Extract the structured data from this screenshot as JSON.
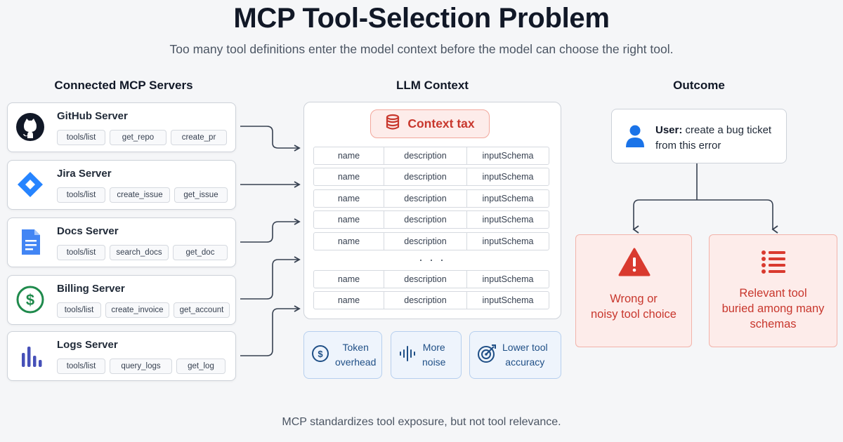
{
  "title": "MCP Tool-Selection Problem",
  "subtitle": "Too many tool definitions enter the model context before the model can choose the right tool.",
  "columns": {
    "servers": "Connected MCP Servers",
    "context": "LLM Context",
    "outcome": "Outcome"
  },
  "servers": [
    {
      "name": "GitHub Server",
      "icon": "github-icon",
      "tools": [
        "tools/list",
        "get_repo",
        "create_pr"
      ]
    },
    {
      "name": "Jira Server",
      "icon": "jira-icon",
      "tools": [
        "tools/list",
        "create_issue",
        "get_issue"
      ]
    },
    {
      "name": "Docs Server",
      "icon": "document-icon",
      "tools": [
        "tools/list",
        "search_docs",
        "get_doc"
      ]
    },
    {
      "name": "Billing Server",
      "icon": "dollar-icon",
      "tools": [
        "tools/list",
        "create_invoice",
        "get_account"
      ]
    },
    {
      "name": "Logs Server",
      "icon": "bar-chart-icon",
      "tools": [
        "tools/list",
        "query_logs",
        "get_log"
      ]
    }
  ],
  "context": {
    "tax_label": "Context tax",
    "tax_icon": "database-icon",
    "schema_columns": [
      "name",
      "description",
      "inputSchema"
    ],
    "ellipsis": "· · ·"
  },
  "metrics": [
    {
      "label_line1": "Token",
      "label_line2": "overhead",
      "icon": "coin-icon"
    },
    {
      "label_line1": "More",
      "label_line2": "noise",
      "icon": "waveform-icon"
    },
    {
      "label_line1": "Lower tool",
      "label_line2": "accuracy",
      "icon": "target-icon"
    }
  ],
  "user": {
    "prefix": "User:",
    "message_line1": "create a bug ticket",
    "message_line2": "from this error",
    "icon": "user-icon"
  },
  "outcomes": [
    {
      "lines": [
        "Wrong or",
        "noisy tool choice"
      ],
      "icon": "warning-icon"
    },
    {
      "lines": [
        "Relevant tool",
        "buried among many",
        "schemas"
      ],
      "icon": "list-icon"
    }
  ],
  "footer": "MCP standardizes tool exposure, but not tool relevance.",
  "colors": {
    "accent_red": "#c8372d",
    "accent_blue": "#1f4f86",
    "github": "#111827",
    "jira": "#2684ff",
    "docs": "#4285f4",
    "billing": "#1f8a4c",
    "logs": "#4650b8"
  }
}
